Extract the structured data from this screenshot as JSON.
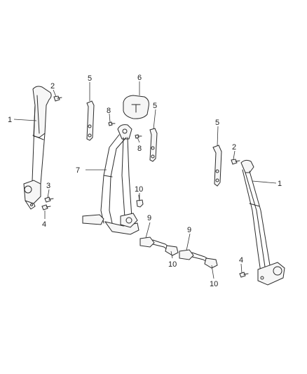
{
  "callouts": [
    {
      "id": "c1a",
      "text": "1"
    },
    {
      "id": "c1b",
      "text": "1"
    },
    {
      "id": "c2a",
      "text": "2"
    },
    {
      "id": "c2b",
      "text": "2"
    },
    {
      "id": "c3",
      "text": "3"
    },
    {
      "id": "c4a",
      "text": "4"
    },
    {
      "id": "c4b",
      "text": "4"
    },
    {
      "id": "c5a",
      "text": "5"
    },
    {
      "id": "c5b",
      "text": "5"
    },
    {
      "id": "c5c",
      "text": "5"
    },
    {
      "id": "c6",
      "text": "6"
    },
    {
      "id": "c7",
      "text": "7"
    },
    {
      "id": "c8a",
      "text": "8"
    },
    {
      "id": "c8b",
      "text": "8"
    },
    {
      "id": "c9a",
      "text": "9"
    },
    {
      "id": "c9b",
      "text": "9"
    },
    {
      "id": "c10a",
      "text": "10"
    },
    {
      "id": "c10b",
      "text": "10"
    },
    {
      "id": "c10c",
      "text": "10"
    }
  ]
}
